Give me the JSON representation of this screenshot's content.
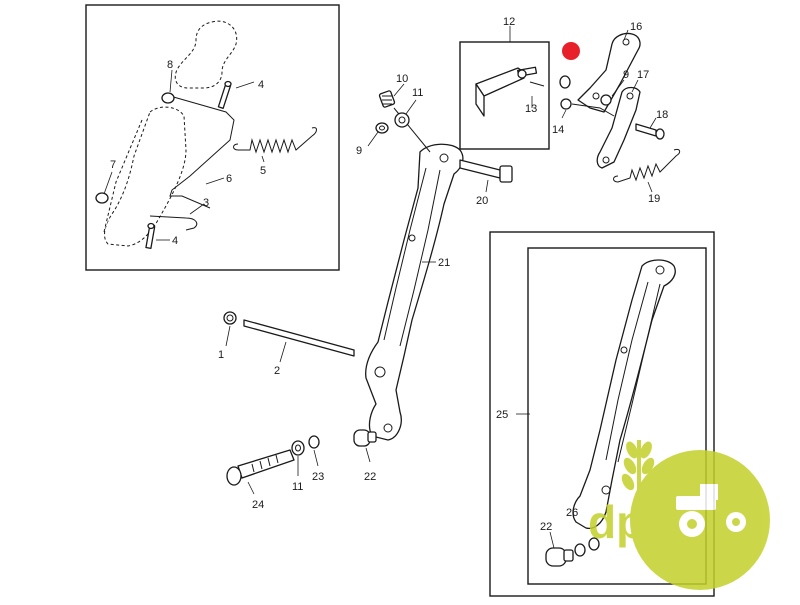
{
  "callouts": {
    "c1": "1",
    "c2": "2",
    "c3": "3",
    "c4a": "4",
    "c4b": "4",
    "c5": "5",
    "c6": "6",
    "c7": "7",
    "c8": "8",
    "c9a": "9",
    "c9b": "9",
    "c10": "10",
    "c11a": "11",
    "c11b": "11",
    "c12": "12",
    "c13": "13",
    "c14": "14",
    "c16": "16",
    "c17": "17",
    "c18": "18",
    "c19": "19",
    "c20": "20",
    "c21": "21",
    "c22a": "22",
    "c22b": "22",
    "c23": "23",
    "c24": "24",
    "c25": "25",
    "c26": "26"
  },
  "logo": {
    "text": "dpa",
    "colors": {
      "green": "#c3d12a",
      "white": "#ffffff"
    }
  },
  "highlight": {
    "color": "#e8202a"
  }
}
